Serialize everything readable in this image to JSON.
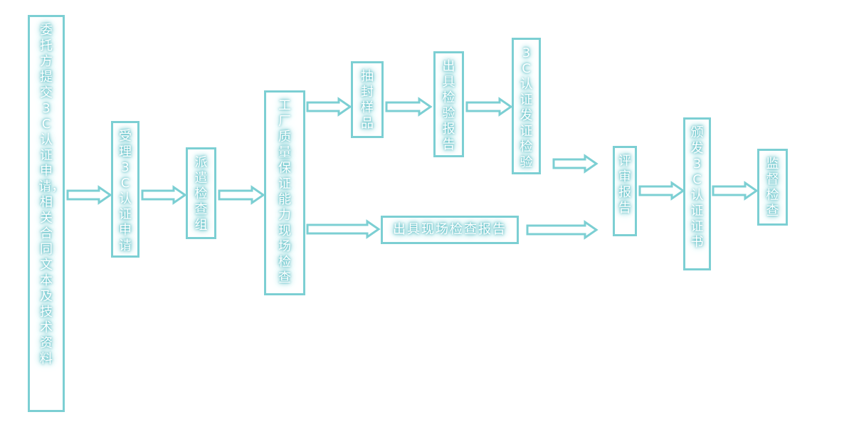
{
  "diagram": {
    "nodes": {
      "submit": "委托方提交3C认证申请，相关合同文本及技术资料",
      "accept": "受理3C认证申请",
      "assign": "派遣检查组",
      "inspect": "工厂质量保证能力现场检查",
      "sample": "抽封样品",
      "test_report": "出具检验报告",
      "cert_test": "3C认证发证检验",
      "site_report": "出具现场检查报告",
      "review": "评审报告",
      "issue": "颁发3C认证证书",
      "supervise": "监督检查"
    },
    "colors": {
      "border": "#7ccfd3",
      "glow": "#6cc6cc"
    },
    "edges": [
      [
        "submit",
        "accept"
      ],
      [
        "accept",
        "assign"
      ],
      [
        "assign",
        "inspect"
      ],
      [
        "inspect",
        "sample"
      ],
      [
        "sample",
        "test_report"
      ],
      [
        "test_report",
        "cert_test"
      ],
      [
        "inspect",
        "site_report"
      ],
      [
        "cert_test",
        "review"
      ],
      [
        "site_report",
        "review"
      ],
      [
        "review",
        "issue"
      ],
      [
        "issue",
        "supervise"
      ]
    ]
  }
}
